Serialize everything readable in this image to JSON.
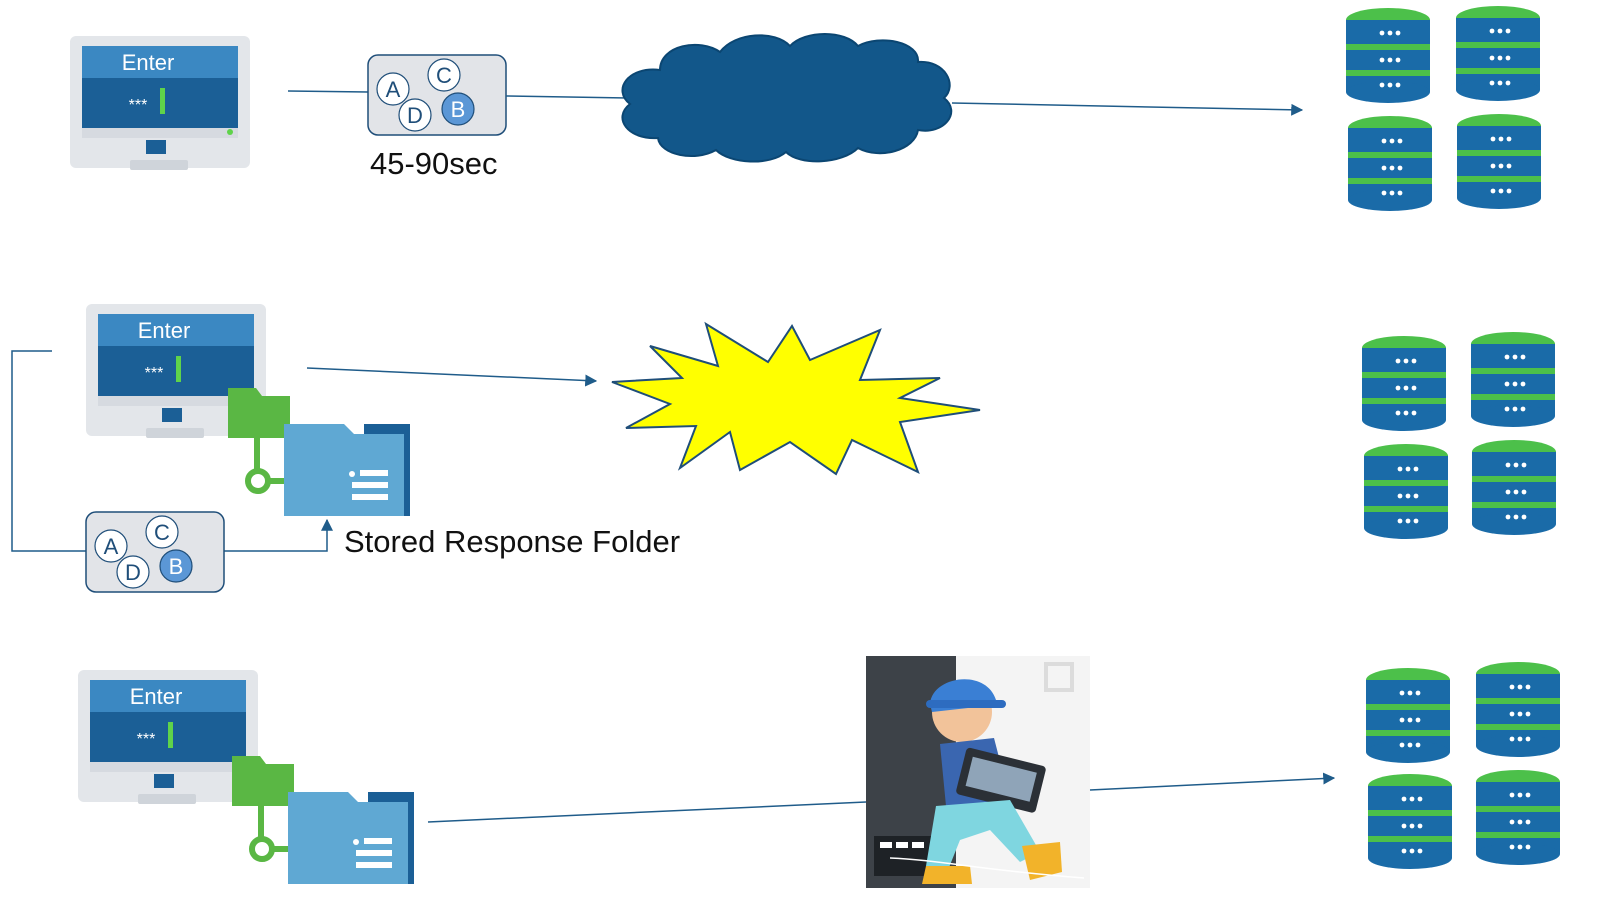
{
  "monitor": {
    "enter_label": "Enter",
    "password_mask": "***"
  },
  "answer_options": [
    "A",
    "C",
    "D",
    "B"
  ],
  "rows": [
    {
      "timing_label": "45-90sec"
    },
    {
      "folder_label": "Stored Response Folder"
    },
    {}
  ],
  "colors": {
    "line": "#1f5c8a",
    "monitor_frame": "#e3e6ea",
    "monitor_screen": "#1b5f96",
    "screen_header": "#3b88c2",
    "cloud": "#12578a",
    "burst": "#ffff00",
    "server_blue": "#1a6ba8",
    "server_green": "#4cc04a",
    "folder_green": "#5ab744",
    "folder_blue": "#5fa8d3",
    "option_fill": "#e2e4e8",
    "option_selected": "#5b97d6"
  }
}
